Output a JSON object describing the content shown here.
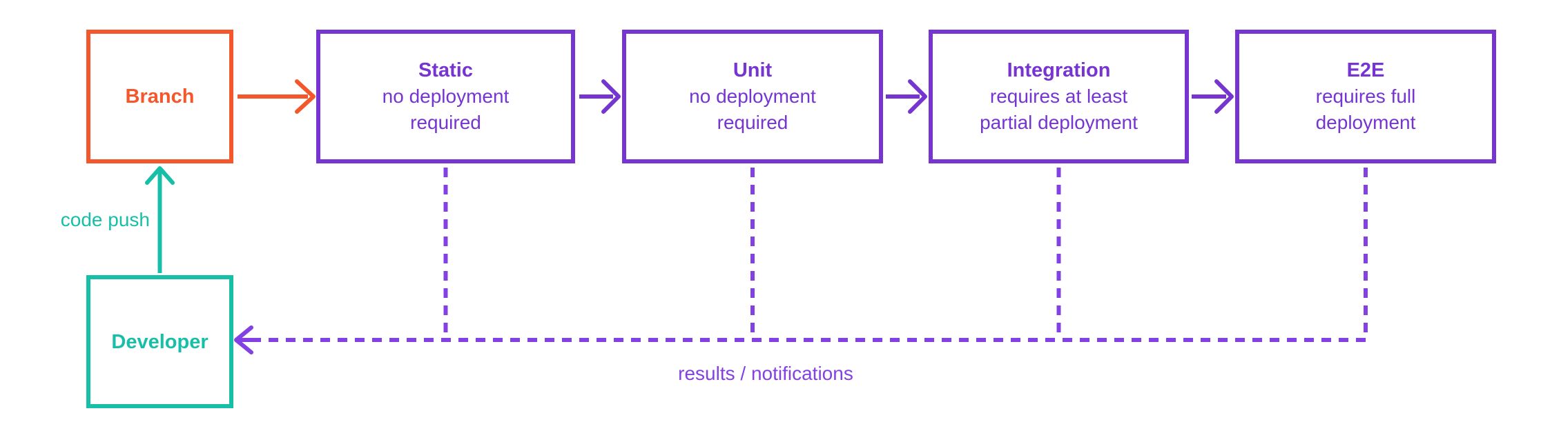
{
  "diagram": {
    "nodes": {
      "branch": {
        "title": "Branch"
      },
      "static": {
        "title": "Static",
        "detail_lines": [
          "no deployment",
          "required"
        ]
      },
      "unit": {
        "title": "Unit",
        "detail_lines": [
          "no deployment",
          "required"
        ]
      },
      "integration": {
        "title": "Integration",
        "detail_lines": [
          "requires at least",
          "partial deployment"
        ]
      },
      "e2e": {
        "title": "E2E",
        "detail_lines": [
          "requires full",
          "deployment"
        ]
      },
      "developer": {
        "title": "Developer"
      }
    },
    "edge_labels": {
      "code_push": "code push",
      "results": "results / notifications"
    },
    "colors": {
      "orange": "#F4572B",
      "teal": "#18BFA8",
      "purple": "#7634D1",
      "purple_dash": "#8341E3",
      "background": "#FFFFFF"
    }
  }
}
